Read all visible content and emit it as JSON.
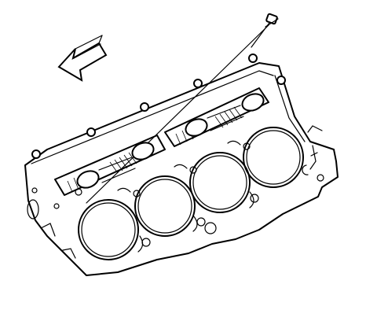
{
  "figure": {
    "subject": "cylinder-head-gasket",
    "cylinder_bores": 4,
    "head_bolts_shown": 6,
    "direction_arrow": "front-of-engine",
    "colors": {
      "line": "#000000",
      "background": "#ffffff"
    },
    "icons": [
      "direction-arrow-icon",
      "alignment-dowel-icon"
    ]
  }
}
